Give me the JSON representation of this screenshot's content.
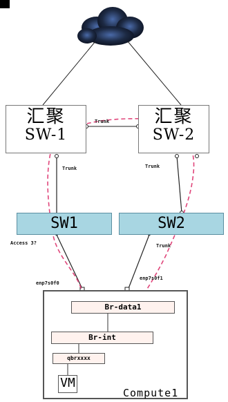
{
  "cloud": {
    "label": ""
  },
  "aggregation": [
    {
      "top": "汇聚",
      "bottom": "SW-1"
    },
    {
      "top": "汇聚",
      "bottom": "SW-2"
    }
  ],
  "access_switches": [
    "SW1",
    "SW2"
  ],
  "links": {
    "agg_trunk": "Trunk",
    "sw1_trunk": "Trunk",
    "sw2_trunk": "Trunk",
    "access_port": "Access 3?",
    "compute_trunk": "Trunk"
  },
  "nics": [
    "enp7s0f0",
    "enp7s0f1"
  ],
  "compute": {
    "name": "Compute1",
    "bridges": [
      "Br-data1",
      "Br-int",
      "qbrxxxx"
    ],
    "vm": "VM"
  },
  "colors": {
    "access_fill": "#a8d6e2",
    "bridge_fill": "#fff2ee",
    "path_dash": "#e0457a",
    "cloud": "#1d2a44"
  }
}
